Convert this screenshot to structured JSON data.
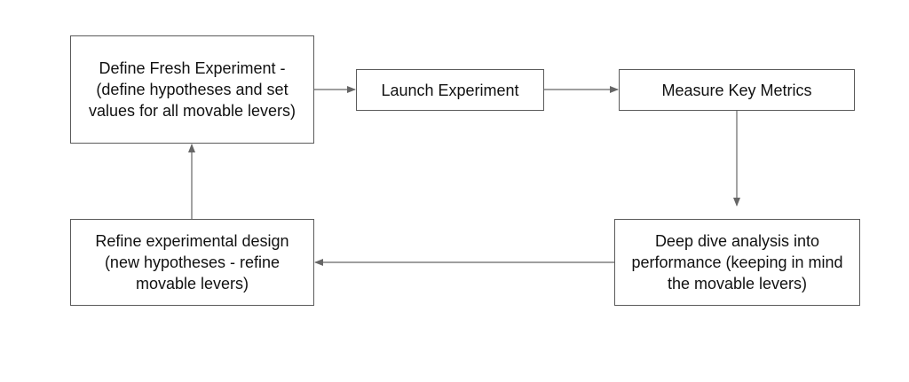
{
  "diagram": {
    "nodes": {
      "define": "Define Fresh Experiment - (define hypotheses and set values for all movable levers)",
      "launch": "Launch Experiment",
      "measure": "Measure Key Metrics",
      "deep": "Deep dive analysis into performance (keeping in mind the movable levers)",
      "refine": "Refine experimental design (new hypotheses - refine movable levers)"
    },
    "edges": [
      {
        "from": "define",
        "to": "launch"
      },
      {
        "from": "launch",
        "to": "measure"
      },
      {
        "from": "measure",
        "to": "deep"
      },
      {
        "from": "deep",
        "to": "refine"
      },
      {
        "from": "refine",
        "to": "define"
      }
    ],
    "colors": {
      "line": "#666666",
      "border": "#5a5a5a",
      "text": "#111111",
      "background": "#ffffff"
    }
  }
}
